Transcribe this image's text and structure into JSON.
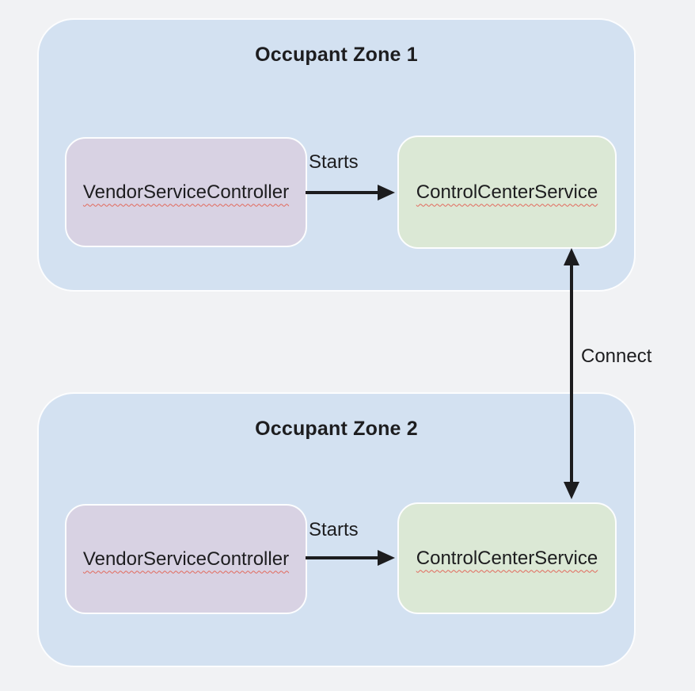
{
  "diagram": {
    "zones": [
      {
        "title": "Occupant Zone 1",
        "vendor_label": "VendorServiceController",
        "control_label": "ControlCenterService",
        "starts_label": "Starts"
      },
      {
        "title": "Occupant Zone 2",
        "vendor_label": "VendorServiceController",
        "control_label": "ControlCenterService",
        "starts_label": "Starts"
      }
    ],
    "connect_label": "Connect"
  },
  "colors": {
    "page_bg": "#f1f2f4",
    "zone_bg": "#d3e1f1",
    "vendor_bg": "#d8d2e3",
    "control_bg": "#dbe8d5",
    "box_border": "#fcfdfe",
    "text": "#1d1d1f",
    "arrow": "#1c1c1e",
    "squiggle": "#e2695c"
  }
}
